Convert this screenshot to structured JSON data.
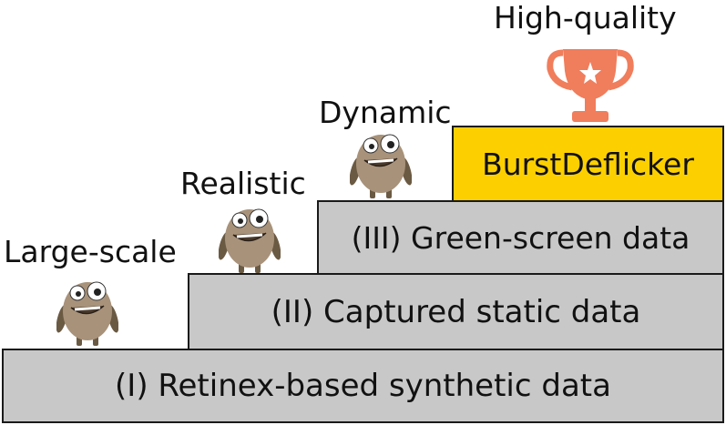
{
  "steps": {
    "s1": "(I) Retinex-based synthetic data",
    "s2": "(II) Captured static data",
    "s3": "(III) Green-screen data",
    "top": "BurstDeflicker"
  },
  "labels": {
    "large": "Large-scale",
    "realistic": "Realistic",
    "dynamic": "Dynamic",
    "high": "High-quality"
  },
  "colors": {
    "step": "#c8c8c8",
    "top": "#fcd000",
    "trophy": "#f07d5c",
    "creature": "#a8927a"
  },
  "icons": [
    "creature-icon",
    "trophy-icon"
  ]
}
